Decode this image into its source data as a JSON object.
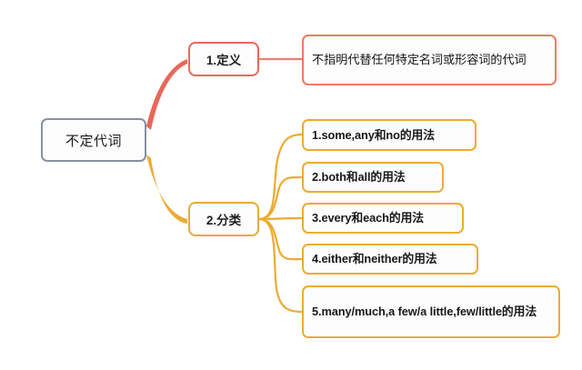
{
  "map": {
    "root": {
      "label": "不定代词",
      "border_color": "#8791a0"
    },
    "branches": [
      {
        "id": "definition",
        "label": "1.定义",
        "color": "#e8685a",
        "children": [
          {
            "id": "def-text",
            "label": "不指明代替任何特定名词或形容词的代词"
          }
        ]
      },
      {
        "id": "classification",
        "label": "2.分类",
        "color": "#e9a93a",
        "children": [
          {
            "id": "cls-1",
            "label": "1.some,any和no的用法"
          },
          {
            "id": "cls-2",
            "label": "2.both和all的用法"
          },
          {
            "id": "cls-3",
            "label": "3.every和each的用法"
          },
          {
            "id": "cls-4",
            "label": "4.either和neither的用法"
          },
          {
            "id": "cls-5",
            "label": "5.many/much,a few/a little,few/little的用法"
          }
        ]
      }
    ],
    "colors": {
      "red_branch": "#e8685a",
      "orange_branch": "#edab33",
      "red_leaf_border": "#ec7b63",
      "orange_leaf_border": "#edab33",
      "root_border": "#8791a0",
      "background": "#ffffff",
      "text": "#181818"
    }
  }
}
